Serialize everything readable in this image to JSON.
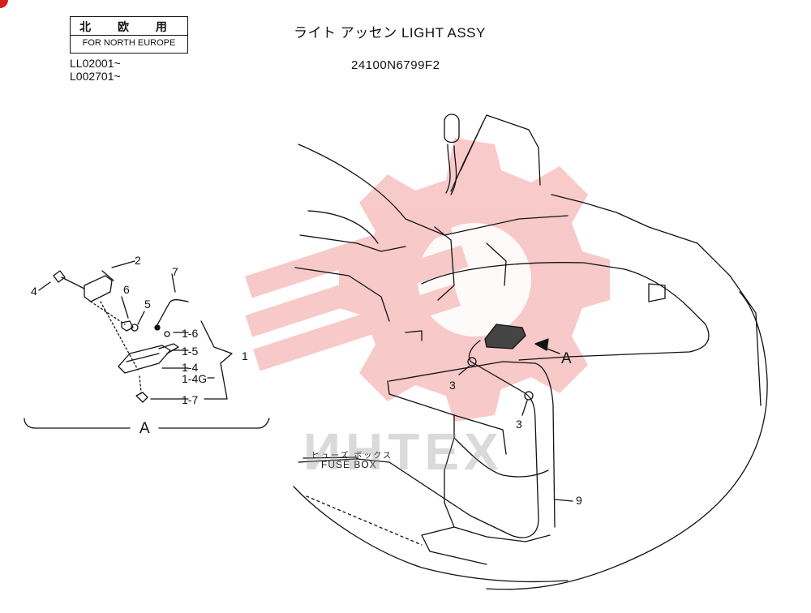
{
  "header": {
    "region_jp": "北 欧 用",
    "region_en": "FOR NORTH EUROPE",
    "serial_1": "LL02001~",
    "serial_2": "L002701~",
    "title": "ライト アッセン LIGHT ASSY",
    "part_number": "24100N6799F2"
  },
  "watermark": {
    "text": "ИНТЕХ",
    "color": "#f08a8a"
  },
  "detail_view": {
    "label": "A",
    "callouts": {
      "c4": "4",
      "c2": "2",
      "c6": "6",
      "c5": "5",
      "c7": "7",
      "c1_6": "1-6",
      "c1_5": "1-5",
      "c1": "1",
      "c1_4": "1-4",
      "c1_4g": "1-4G",
      "c1_7": "1-7"
    }
  },
  "main_view": {
    "view_arrow_label": "A",
    "callout_3a": "3",
    "callout_3b": "3",
    "callout_9": "9",
    "fuse_box_jp": "ヒューズ ボックス",
    "fuse_box_en": "FUSE BOX"
  }
}
